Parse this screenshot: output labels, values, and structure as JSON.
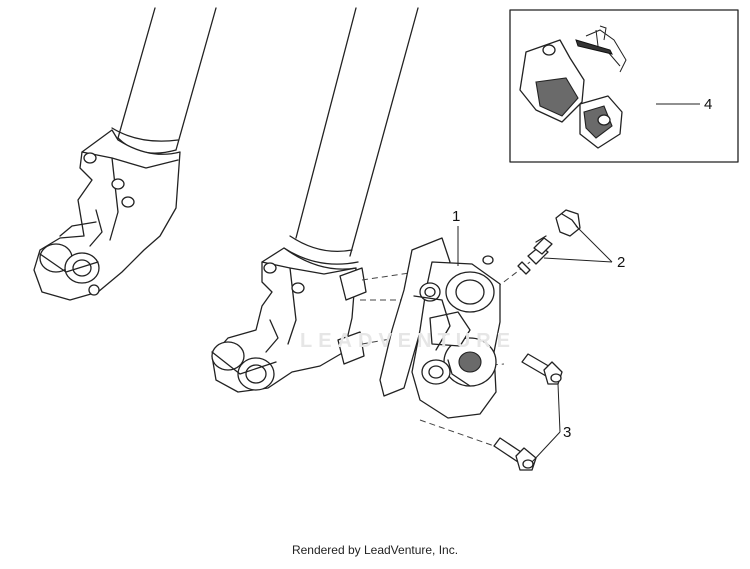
{
  "diagram": {
    "callouts": [
      {
        "id": "1",
        "label": "1"
      },
      {
        "id": "2",
        "label": "2"
      },
      {
        "id": "3",
        "label": "3"
      },
      {
        "id": "4",
        "label": "4"
      }
    ],
    "watermark_text": "LEADVENTURE",
    "footer_text": "Rendered by LeadVenture, Inc."
  }
}
